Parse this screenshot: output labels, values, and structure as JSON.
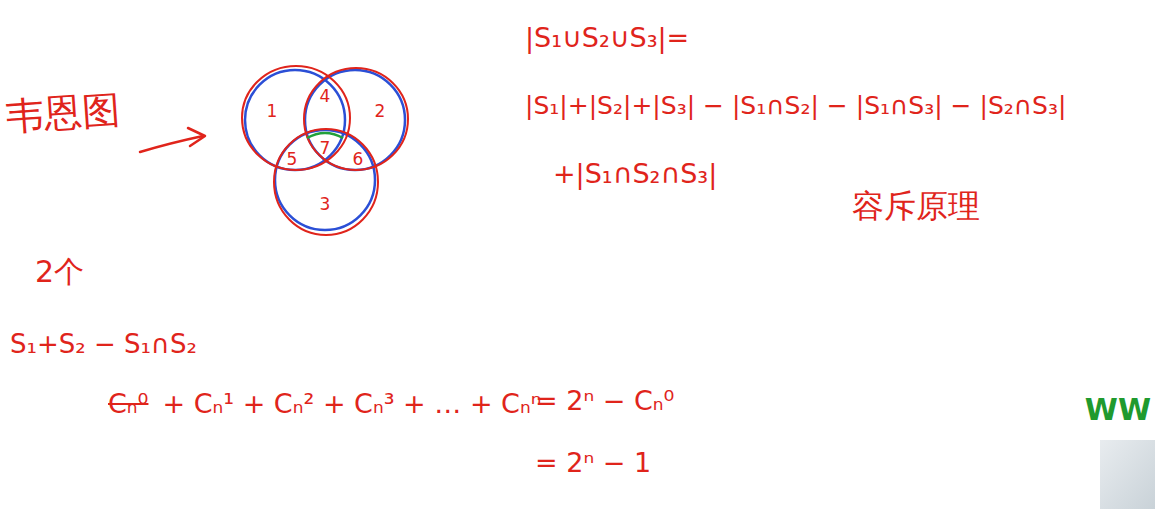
{
  "diagram": {
    "labels": [
      "韦恩图",
      "1",
      "4",
      "2",
      "5",
      "7",
      "6",
      "3",
      "|S₁∪S₂∪S₃|=",
      "|S₁|+|S₂|+|S₃| − |S₁∩S₂| − |S₁∩S₃| − |S₂∩S₃|",
      "+|S₁∩S₂∩S₃|",
      "容斥原理",
      "2个",
      "S₁+S₂ − S₁∩S₂",
      "Cₙ⁰",
      "+ Cₙ¹ + Cₙ² + Cₙ³ + … + Cₙⁿ",
      "= 2ⁿ − Cₙ⁰",
      "= 2ⁿ − 1",
      "WW"
    ]
  }
}
